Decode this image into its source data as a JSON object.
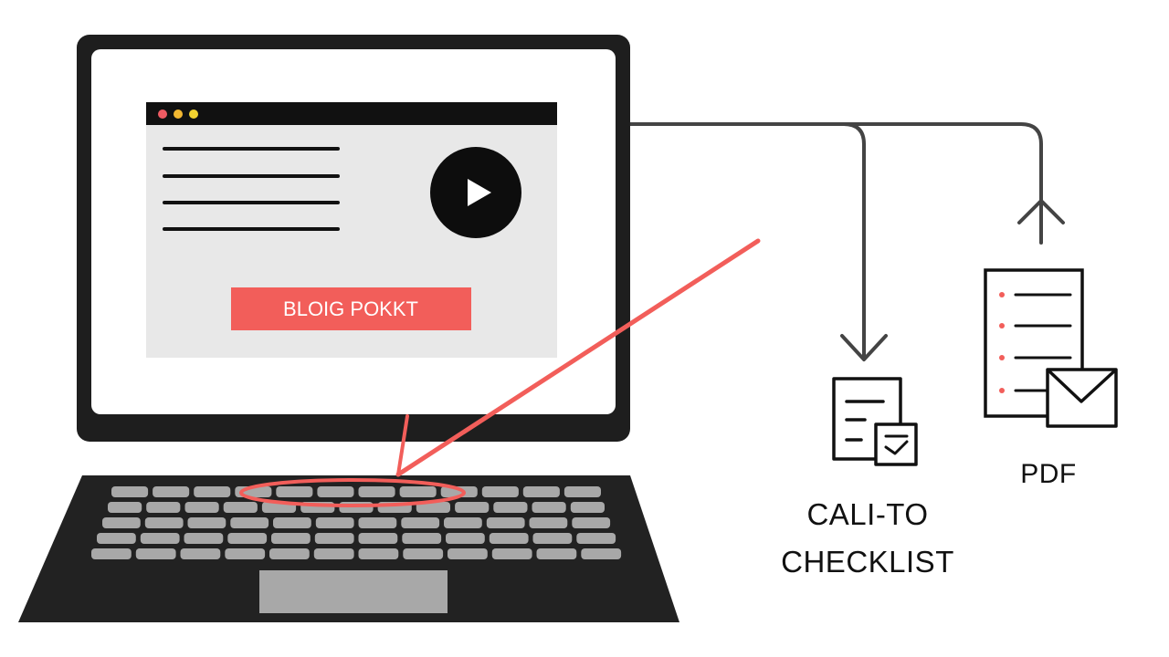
{
  "diagram": {
    "laptop": {
      "browser": {
        "dot_colors": [
          "#ef5b63",
          "#f2b731",
          "#f2d330"
        ],
        "text_lines": 4,
        "play_icon": "play-icon",
        "button_label": "BLOIG POKKT"
      },
      "keyboard": {
        "rows": [
          12,
          13,
          12,
          12,
          12
        ],
        "highlighted_row": 1
      }
    },
    "outputs": {
      "checklist": {
        "label_line1": "CALI-TO",
        "label_line2": "CHECKLIST",
        "icon": "checklist-document-icon"
      },
      "pdf": {
        "label": "PDF",
        "icon": "pdf-document-icon",
        "badge_icon": "envelope-icon"
      }
    },
    "colors": {
      "accent": "#f25e5a",
      "dark": "#1e1e1e",
      "screen_panel": "#e8e8e8",
      "key": "#a8a8a8",
      "connector": "#444444"
    }
  }
}
